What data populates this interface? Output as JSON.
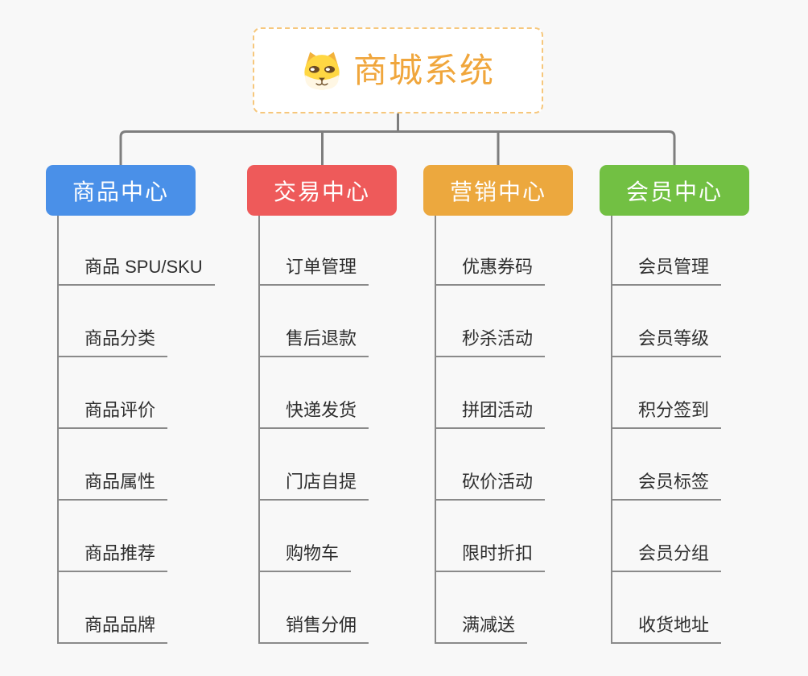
{
  "root": {
    "title": "商城系统",
    "icon": "dog-face-icon"
  },
  "branches": [
    {
      "label": "商品中心",
      "color": "#4A90E8",
      "children": [
        "商品 SPU/SKU",
        "商品分类",
        "商品评价",
        "商品属性",
        "商品推荐",
        "商品品牌"
      ]
    },
    {
      "label": "交易中心",
      "color": "#EE5A5A",
      "children": [
        "订单管理",
        "售后退款",
        "快递发货",
        "门店自提",
        "购物车",
        "销售分佣"
      ]
    },
    {
      "label": "营销中心",
      "color": "#ECA83E",
      "children": [
        "优惠券码",
        "秒杀活动",
        "拼团活动",
        "砍价活动",
        "限时折扣",
        "满减送"
      ]
    },
    {
      "label": "会员中心",
      "color": "#72C043",
      "children": [
        "会员管理",
        "会员等级",
        "积分签到",
        "会员标签",
        "会员分组",
        "收货地址"
      ]
    }
  ],
  "style_colors": {
    "background": "#F8F8F8",
    "connector_line": "#7E7E7E",
    "underline": "#8A8A8A",
    "root_border": "#F6C77C",
    "root_text": "#F0A63C",
    "item_text": "#2E2E2E",
    "header_text": "#FFFFFF"
  }
}
